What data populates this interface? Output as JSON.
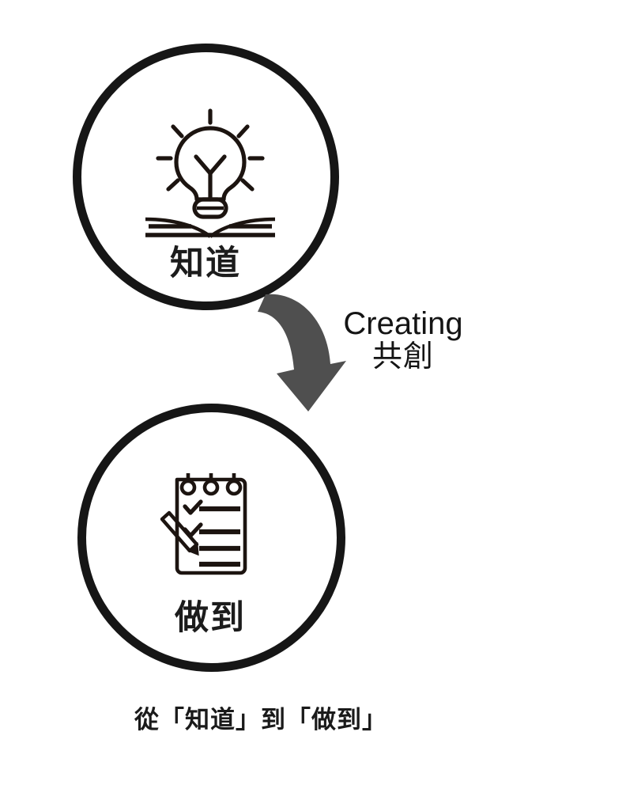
{
  "diagram": {
    "title": "從「知道」到「做到」",
    "nodes": [
      {
        "id": "know",
        "label": "知道",
        "icon": "lightbulb-book-icon",
        "icon_meaning": "lightbulb over open book",
        "shape": "circle",
        "stroke_color": "#161616"
      },
      {
        "id": "do",
        "label": "做到",
        "icon": "checklist-pencil-icon",
        "icon_meaning": "checklist notepad with pencil",
        "shape": "circle",
        "stroke_color": "#161616"
      }
    ],
    "connector": {
      "id": "creating-arrow",
      "type": "curved-arrow",
      "direction": "down",
      "from": "know",
      "to": "do",
      "color": "#4f4f4f",
      "label_en": "Creating",
      "label_zh": "共創"
    },
    "caption": "從「知道」到「做到」",
    "colors": {
      "background": "#ffffff",
      "outline": "#161616",
      "arrow": "#4f4f4f",
      "text": "#1a1a1a",
      "icon": "#1c1410"
    }
  }
}
